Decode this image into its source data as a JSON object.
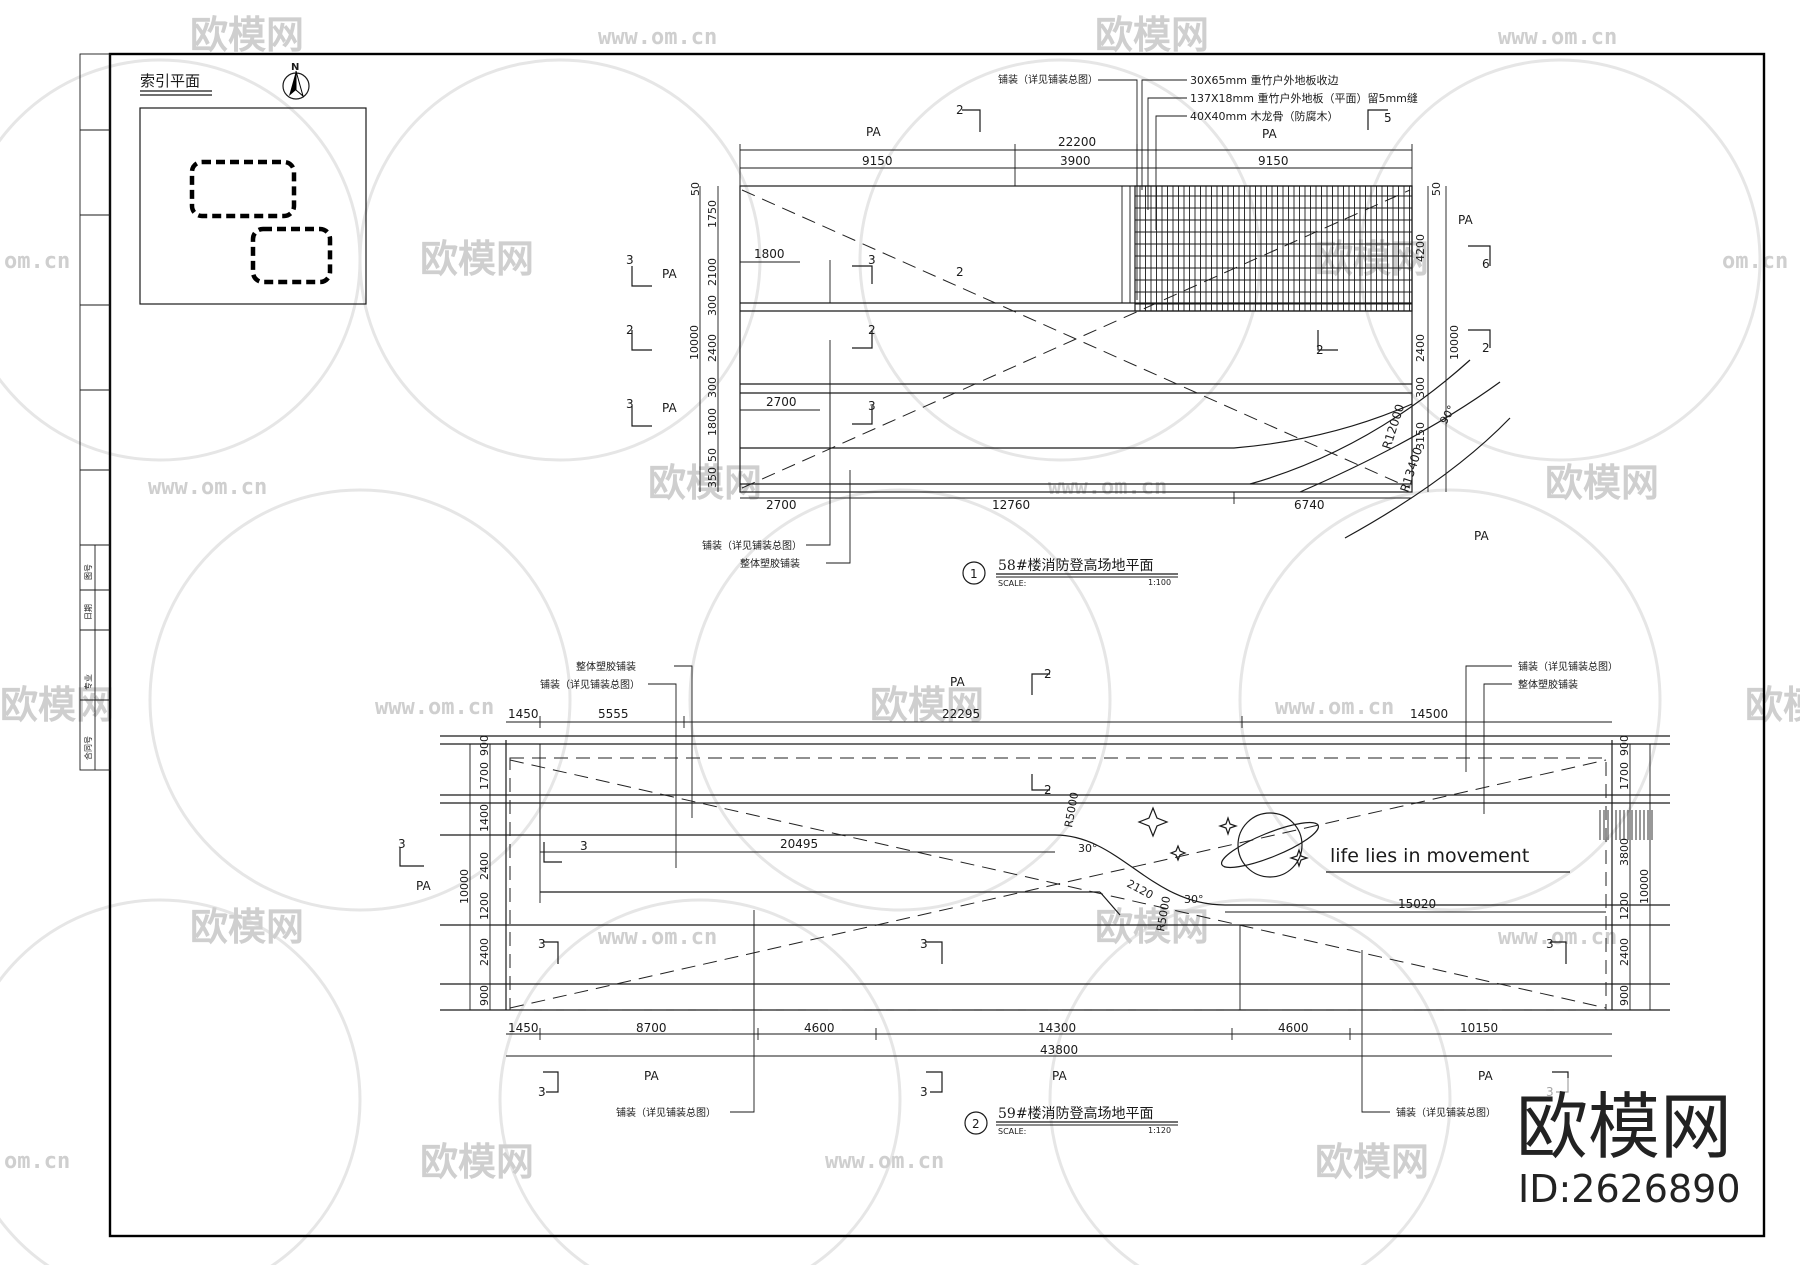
{
  "index_plan": {
    "title": "索引平面",
    "north": "N"
  },
  "title_block": {
    "lines": [
      "合同号",
      "专业",
      "日期",
      "图号"
    ]
  },
  "plan1": {
    "number": "1",
    "title": "58#楼消防登高场地平面",
    "scale_label": "SCALE:",
    "scale": "1:100",
    "dims_top": [
      "22200",
      "9150",
      "3900",
      "9150"
    ],
    "dims_left": [
      "50",
      "1750",
      "2100",
      "300",
      "2400",
      "300",
      "1800",
      "50",
      "350",
      "10000"
    ],
    "dims_right": [
      "50",
      "4200",
      "10000",
      "2400",
      "300",
      "3150"
    ],
    "dims_bottom": [
      "2700",
      "12760",
      "6740"
    ],
    "dims_inner": [
      "1800",
      "2700"
    ],
    "radii": [
      "R12000",
      "R13400"
    ],
    "angle": "90°",
    "notes": [
      "铺装（详见铺装总图）",
      "30X65mm 重竹户外地板收边",
      "137X18mm 重竹户外地板（平面）留5mm缝",
      "40X40mm 木龙骨（防腐木）",
      "铺装（详见铺装总图）",
      "整体塑胶铺装"
    ],
    "labels": {
      "pa": "PA",
      "sec2": "2",
      "sec3": "3",
      "sec5": "5",
      "sec6": "6"
    }
  },
  "plan2": {
    "number": "2",
    "title": "59#楼消防登高场地平面",
    "scale_label": "SCALE:",
    "scale": "1:120",
    "dims_top": [
      "1450",
      "5555",
      "22295",
      "14500"
    ],
    "dims_bottom": [
      "1450",
      "8700",
      "4600",
      "14300",
      "4600",
      "10150"
    ],
    "dim_total": "43800",
    "dims_left": [
      "900",
      "1700",
      "1400",
      "2400",
      "1200",
      "2400",
      "900",
      "10000"
    ],
    "dims_right": [
      "900",
      "1700",
      "3800",
      "1200",
      "2400",
      "900",
      "10000"
    ],
    "dims_inner": [
      "20495",
      "15020",
      "2120"
    ],
    "radii": [
      "R5000",
      "R5000"
    ],
    "angles": [
      "30°",
      "30°"
    ],
    "slogan": "life lies in movement",
    "notes": [
      "整体塑胶铺装",
      "铺装（详见铺装总图）",
      "铺装（详见铺装总图）",
      "整体塑胶铺装",
      "铺装（详见铺装总图）",
      "铺装（详见铺装总图）"
    ],
    "labels": {
      "pa": "PA",
      "sec2": "2",
      "sec3": "3"
    }
  },
  "watermark": {
    "brand": "欧模网",
    "site": "www.om.cn",
    "site_short": "om.cn",
    "id": "ID:2626890"
  }
}
